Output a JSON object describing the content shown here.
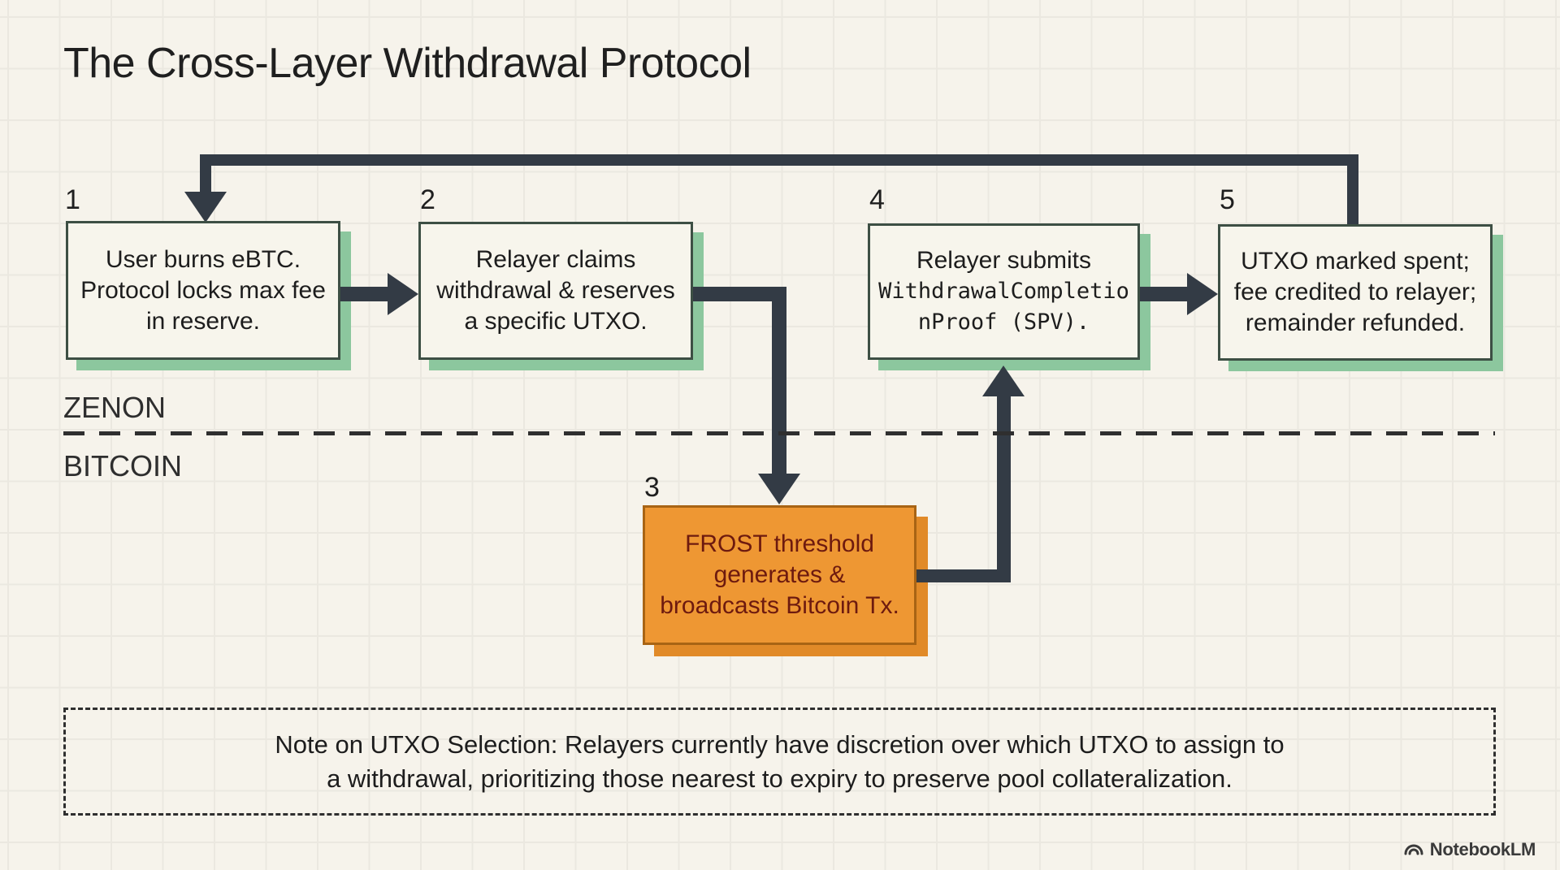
{
  "title": "The Cross-Layer Withdrawal Protocol",
  "layers": {
    "top": "ZENON",
    "bottom": "BITCOIN"
  },
  "steps": [
    {
      "number": "1",
      "text": "User burns eBTC.\nProtocol locks max fee\nin reserve."
    },
    {
      "number": "2",
      "text": "Relayer claims\nwithdrawal & reserves\na specific UTXO."
    },
    {
      "number": "3",
      "text": "FROST threshold\ngenerates &\nbroadcasts Bitcoin Tx."
    },
    {
      "number": "4",
      "text_sans": "Relayer submits",
      "text_mono": "WithdrawalCompletio\nnProof (SPV)."
    },
    {
      "number": "5",
      "text": "UTXO marked spent;\nfee credited to relayer;\nremainder refunded."
    }
  ],
  "note": "Note on UTXO Selection: Relayers currently have discretion over which UTXO to assign to\na withdrawal, prioritizing those nearest to expiry to preserve pool collateralization.",
  "watermark": "NotebookLM",
  "colors": {
    "background": "#f6f3eb",
    "arrow_ink": "#333b45",
    "box_fill": "#f7f5ec",
    "box_border": "#3d4f44",
    "box_shadow_green": "#8cc79e",
    "orange_fill": "#ee9733",
    "orange_border": "#a86414",
    "orange_shadow": "#e18a28",
    "orange_text": "#6d1a0f"
  }
}
